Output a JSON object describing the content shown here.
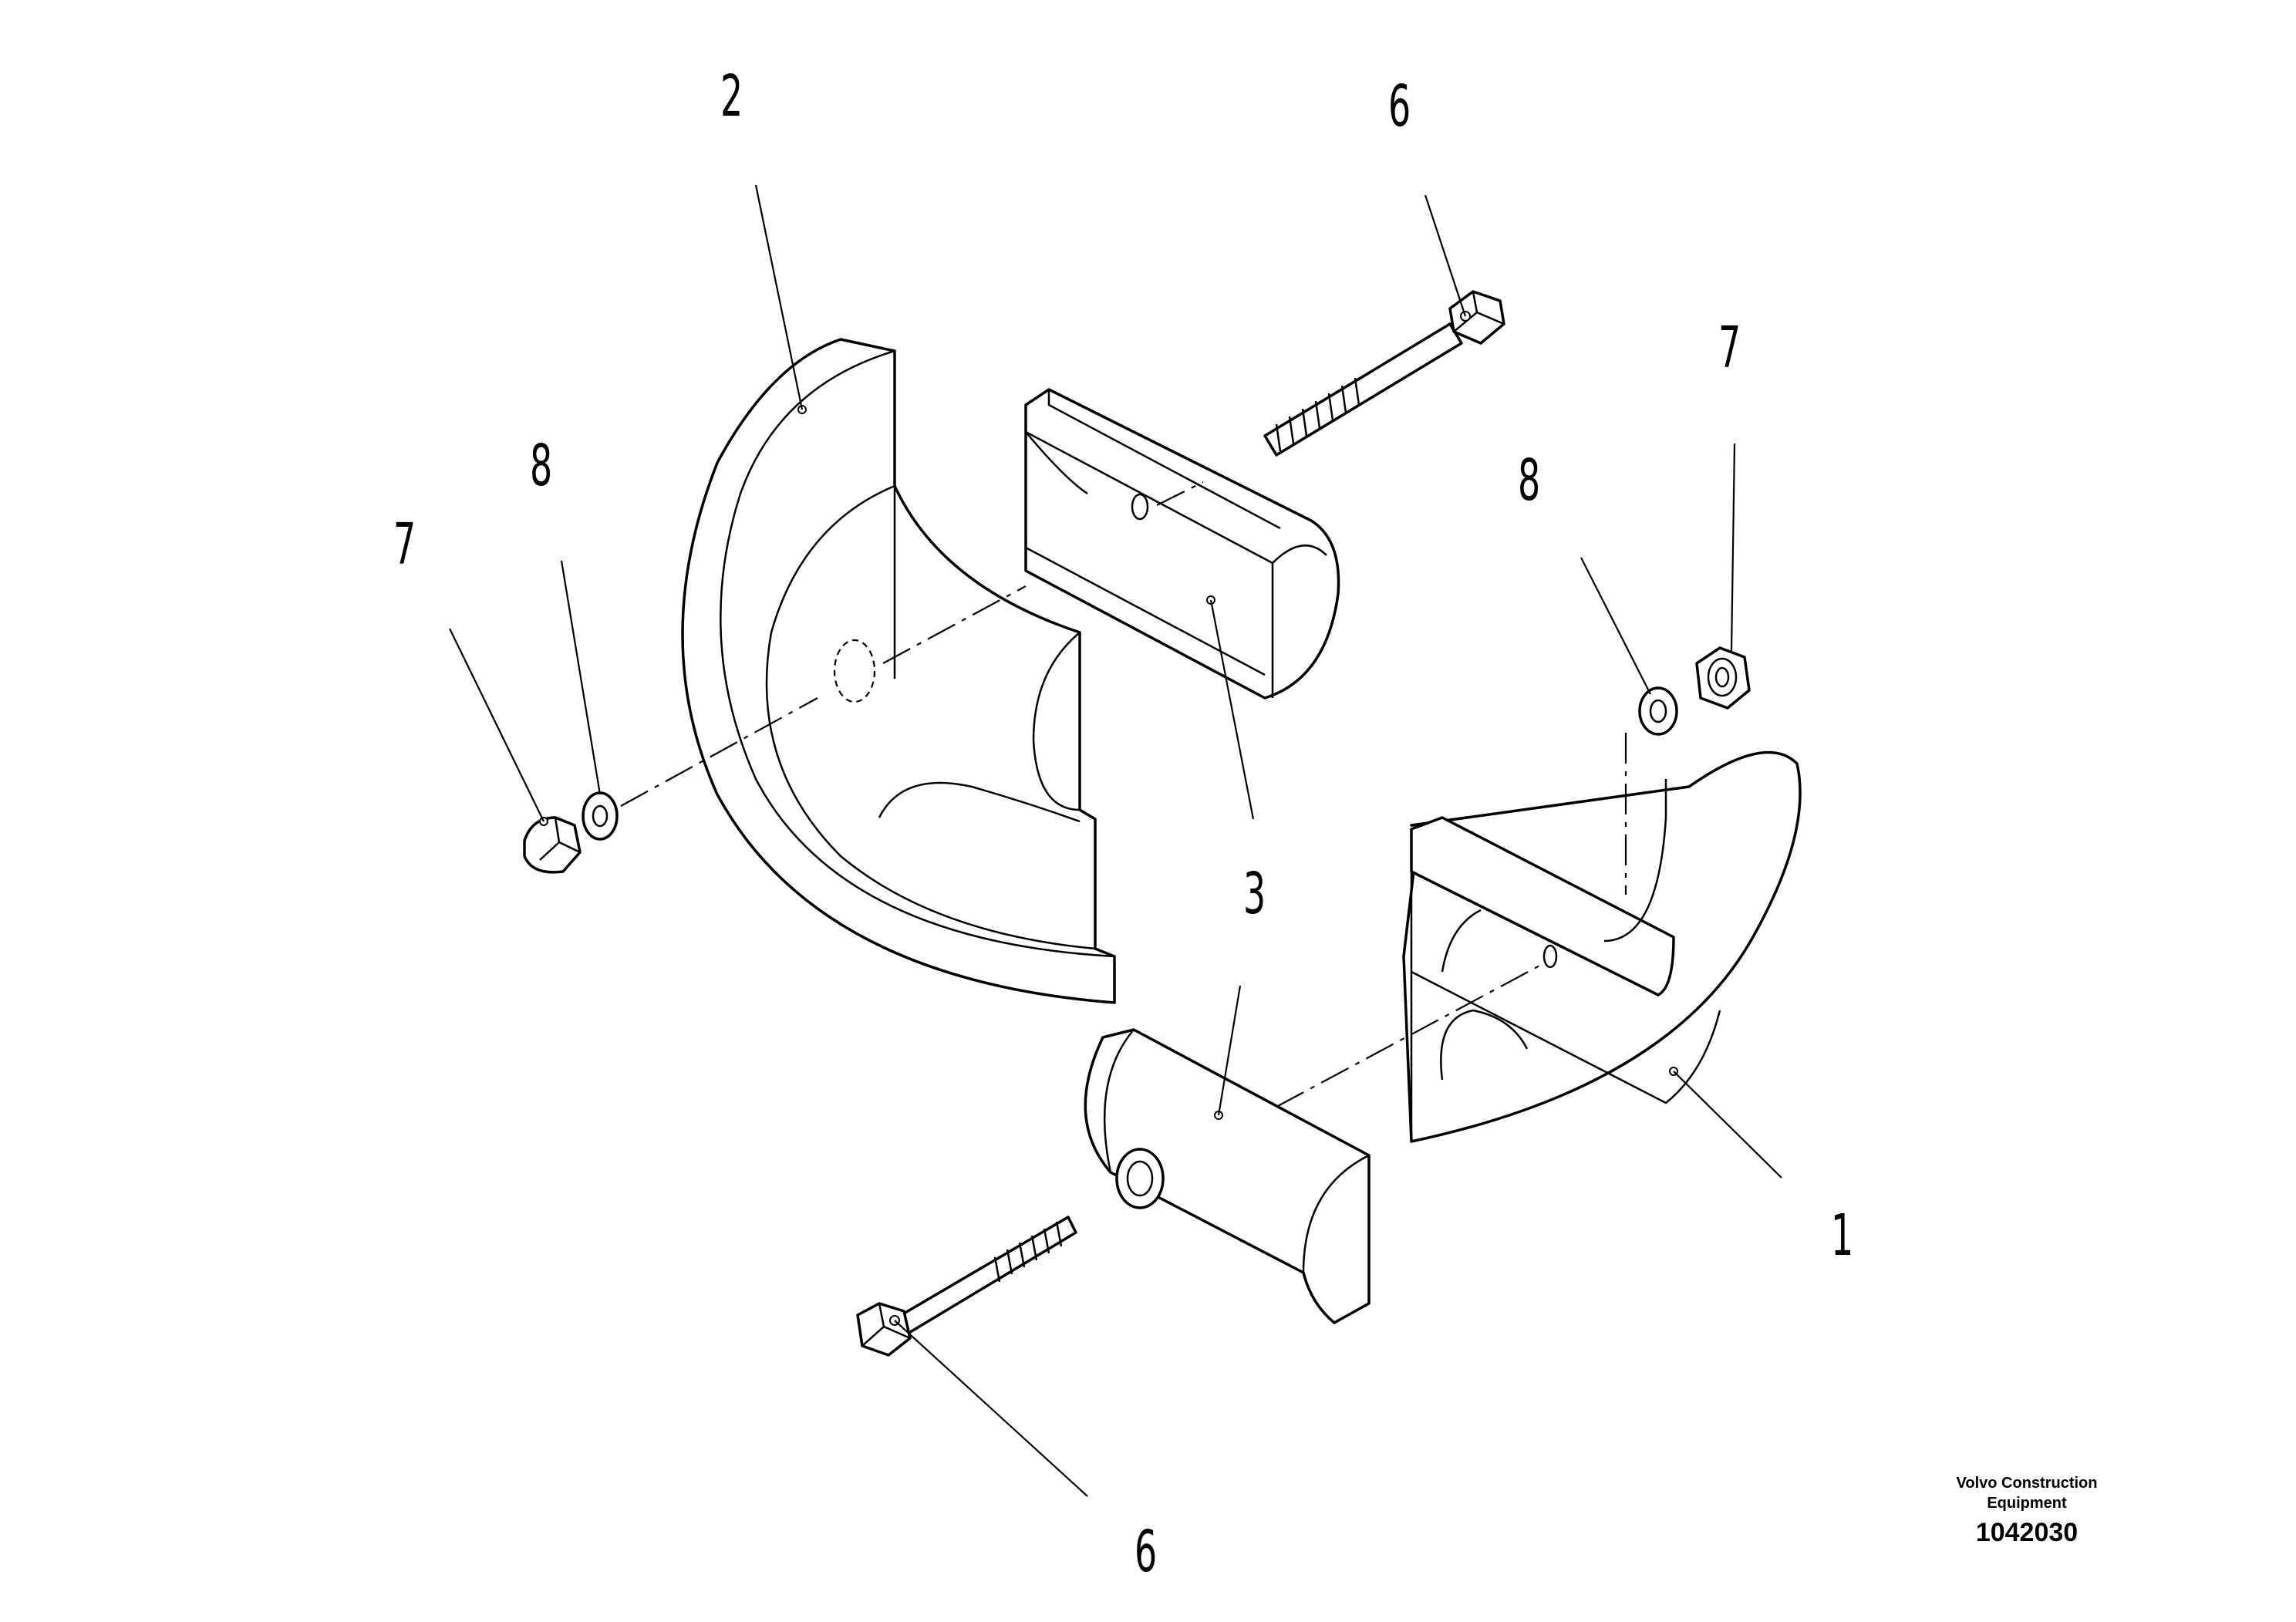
{
  "callouts": {
    "part_2_top": "2",
    "part_6_top": "6",
    "part_7_right": "7",
    "part_8_right": "8",
    "part_8_left": "8",
    "part_7_left": "7",
    "part_3_center": "3",
    "part_1": "1",
    "part_6_bottom": "6"
  },
  "branding": {
    "company_line1": "Volvo Construction",
    "company_line2": "Equipment",
    "document_number": "1042030"
  }
}
